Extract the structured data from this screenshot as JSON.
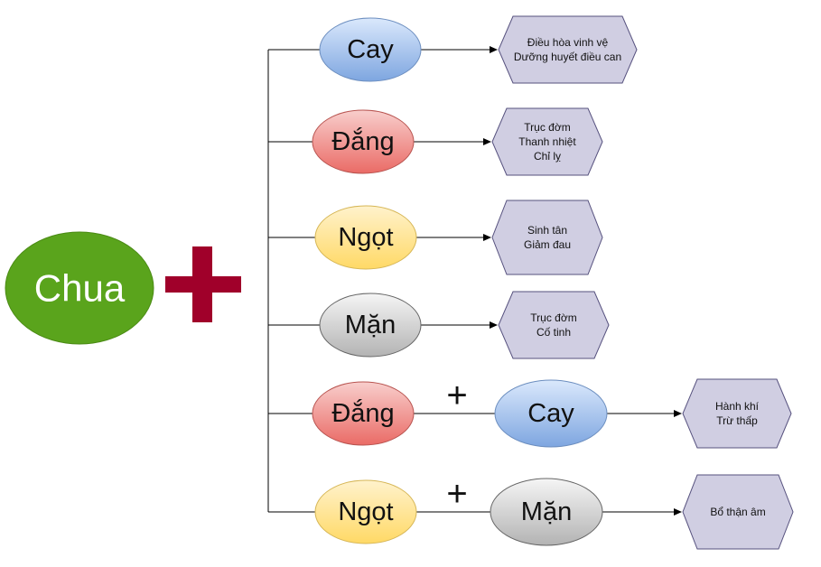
{
  "root": {
    "label": "Chua",
    "color": "#5aa41c"
  },
  "big_plus": {
    "color": "#a0002a"
  },
  "branches": [
    {
      "taste": "Cay",
      "color": "blue",
      "effects": [
        "Điều hòa vinh vệ",
        "Dưỡng huyết điều can"
      ]
    },
    {
      "taste": "Đắng",
      "color": "red",
      "effects": [
        "Trục đờm",
        "Thanh nhiệt",
        "Chỉ lỵ"
      ]
    },
    {
      "taste": "Ngọt",
      "color": "yellow",
      "effects": [
        "Sinh tân",
        "Giảm đau"
      ]
    },
    {
      "taste": "Mặn",
      "color": "gray",
      "effects": [
        "Trục đờm",
        "Cố tinh"
      ]
    },
    {
      "taste": "Đắng",
      "color": "red",
      "plus": "+",
      "second": "Cay",
      "second_color": "blue",
      "effects": [
        "Hành khí",
        "Trừ thấp"
      ]
    },
    {
      "taste": "Ngọt",
      "color": "yellow",
      "plus": "+",
      "second": "Mặn",
      "second_color": "gray",
      "effects": [
        "Bổ thận âm"
      ]
    }
  ],
  "palette": {
    "blue": {
      "top": "#dae8fc",
      "bottom": "#7ea6e0",
      "stroke": "#6c8ebf"
    },
    "red": {
      "top": "#f8cecc",
      "bottom": "#ea6b66",
      "stroke": "#b85450"
    },
    "yellow": {
      "top": "#fff2cc",
      "bottom": "#ffd966",
      "stroke": "#d6b656"
    },
    "gray": {
      "top": "#f5f5f5",
      "bottom": "#b3b3b3",
      "stroke": "#666666"
    },
    "hex_fill": "#d0cee2",
    "hex_stroke": "#56517e"
  }
}
